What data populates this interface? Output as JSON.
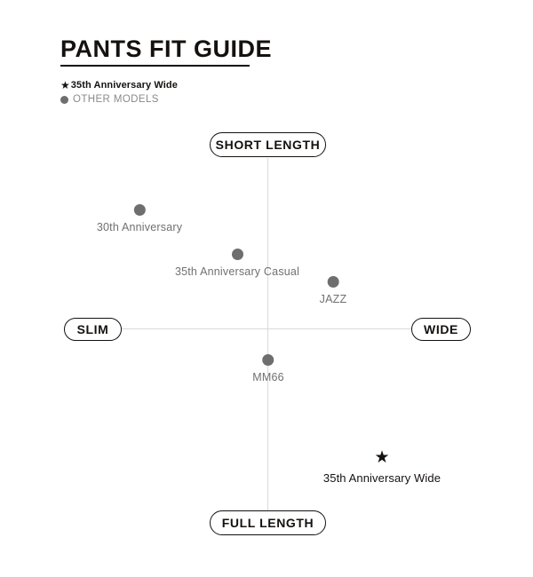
{
  "header": {
    "title": "PANTS FIT GUIDE"
  },
  "legend": {
    "items": [
      {
        "marker": "star-icon",
        "symbol": "★",
        "label": "35th Anniversary Wide",
        "style": "dark"
      },
      {
        "marker": "dot-icon",
        "symbol": "●",
        "label": "OTHER MODELS",
        "style": "gray"
      }
    ]
  },
  "axes": {
    "top_label": "SHORT LENGTH",
    "bottom_label": "FULL LENGTH",
    "left_label": "SLIM",
    "right_label": "WIDE"
  },
  "colors": {
    "ink": "#14110f",
    "marker_gray": "#6e6e6e",
    "label_gray": "#707070",
    "axis_line": "#d9d9d9",
    "background": "#ffffff"
  },
  "chart_data": {
    "type": "scatter",
    "title": "PANTS FIT GUIDE",
    "xlabel": "",
    "ylabel": "",
    "xlim": [
      -1,
      1
    ],
    "ylim": [
      -1,
      1
    ],
    "grid": false,
    "legend_position": "top-left",
    "axis_labels": {
      "top": "SHORT LENGTH",
      "bottom": "FULL LENGTH",
      "left": "SLIM",
      "right": "WIDE"
    },
    "series": [
      {
        "name": "OTHER MODELS",
        "marker": "circle",
        "color": "#6e6e6e",
        "points": [
          {
            "label": "30th Anniversary",
            "x": -0.87,
            "y": 0.67,
            "px": 157,
            "py": 237
          },
          {
            "label": "35th Anniversary Casual",
            "x": -0.21,
            "y": 0.42,
            "px": 267,
            "py": 287
          },
          {
            "label": "JAZZ",
            "x": 0.45,
            "y": 0.26,
            "px": 375,
            "py": 318
          },
          {
            "label": "MM66",
            "x": 0.01,
            "y": -0.18,
            "px": 302,
            "py": 406
          }
        ]
      },
      {
        "name": "35th Anniversary Wide",
        "marker": "star",
        "color": "#14110f",
        "points": [
          {
            "label": "35th Anniversary Wide",
            "x": 0.78,
            "y": -0.74,
            "px": 430,
            "py": 516
          }
        ]
      }
    ]
  }
}
